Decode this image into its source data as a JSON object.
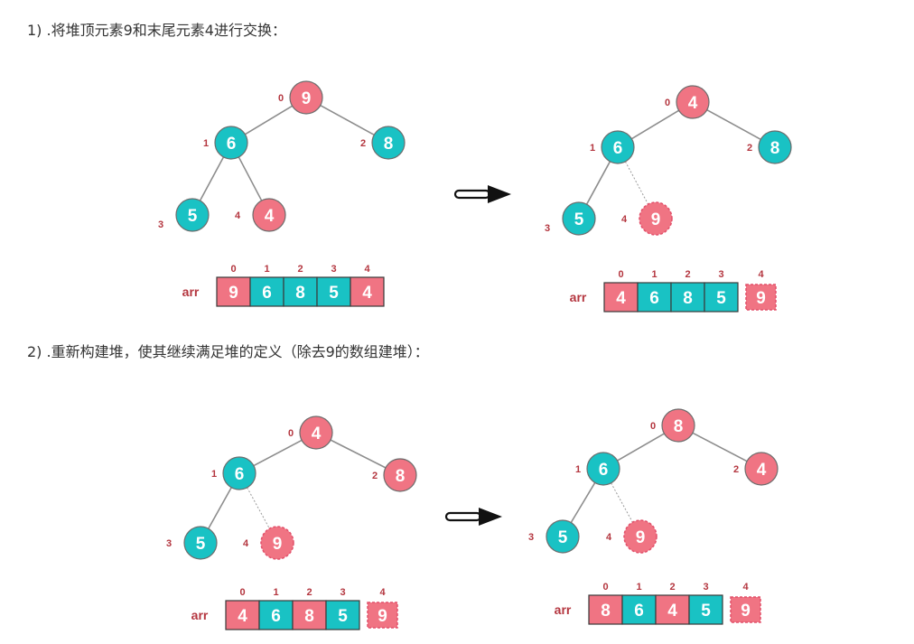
{
  "steps": [
    {
      "title": "1) .将堆顶元素9和末尾元素4进行交换：",
      "panels": [
        {
          "nodes": [
            {
              "index": "0",
              "value": "9",
              "color": "pink",
              "dashed": false
            },
            {
              "index": "1",
              "value": "6",
              "color": "teal",
              "dashed": false
            },
            {
              "index": "2",
              "value": "8",
              "color": "teal",
              "dashed": false
            },
            {
              "index": "3",
              "value": "5",
              "color": "teal",
              "dashed": false
            },
            {
              "index": "4",
              "value": "4",
              "color": "pink",
              "dashed": false
            }
          ],
          "array": {
            "label": "arr",
            "indices": [
              "0",
              "1",
              "2",
              "3",
              "4"
            ],
            "cells": [
              {
                "value": "9",
                "color": "pink",
                "dashed": false
              },
              {
                "value": "6",
                "color": "teal",
                "dashed": false
              },
              {
                "value": "8",
                "color": "teal",
                "dashed": false
              },
              {
                "value": "5",
                "color": "teal",
                "dashed": false
              },
              {
                "value": "4",
                "color": "pink",
                "dashed": false
              }
            ]
          }
        },
        {
          "nodes": [
            {
              "index": "0",
              "value": "4",
              "color": "pink",
              "dashed": false
            },
            {
              "index": "1",
              "value": "6",
              "color": "teal",
              "dashed": false
            },
            {
              "index": "2",
              "value": "8",
              "color": "teal",
              "dashed": false
            },
            {
              "index": "3",
              "value": "5",
              "color": "teal",
              "dashed": false
            },
            {
              "index": "4",
              "value": "9",
              "color": "pink",
              "dashed": true
            }
          ],
          "array": {
            "label": "arr",
            "indices": [
              "0",
              "1",
              "2",
              "3",
              "4"
            ],
            "cells": [
              {
                "value": "4",
                "color": "pink",
                "dashed": false
              },
              {
                "value": "6",
                "color": "teal",
                "dashed": false
              },
              {
                "value": "8",
                "color": "teal",
                "dashed": false
              },
              {
                "value": "5",
                "color": "teal",
                "dashed": false
              },
              {
                "value": "9",
                "color": "pink",
                "dashed": true
              }
            ]
          }
        }
      ]
    },
    {
      "title": "2) .重新构建堆，使其继续满足堆的定义（除去9的数组建堆）：",
      "panels": [
        {
          "nodes": [
            {
              "index": "0",
              "value": "4",
              "color": "pink",
              "dashed": false
            },
            {
              "index": "1",
              "value": "6",
              "color": "teal",
              "dashed": false
            },
            {
              "index": "2",
              "value": "8",
              "color": "pink",
              "dashed": false
            },
            {
              "index": "3",
              "value": "5",
              "color": "teal",
              "dashed": false
            },
            {
              "index": "4",
              "value": "9",
              "color": "pink",
              "dashed": true
            }
          ],
          "array": {
            "label": "arr",
            "indices": [
              "0",
              "1",
              "2",
              "3",
              "4"
            ],
            "cells": [
              {
                "value": "4",
                "color": "pink",
                "dashed": false
              },
              {
                "value": "6",
                "color": "teal",
                "dashed": false
              },
              {
                "value": "8",
                "color": "pink",
                "dashed": false
              },
              {
                "value": "5",
                "color": "teal",
                "dashed": false
              },
              {
                "value": "9",
                "color": "pink",
                "dashed": true
              }
            ]
          }
        },
        {
          "nodes": [
            {
              "index": "0",
              "value": "8",
              "color": "pink",
              "dashed": false
            },
            {
              "index": "1",
              "value": "6",
              "color": "teal",
              "dashed": false
            },
            {
              "index": "2",
              "value": "4",
              "color": "pink",
              "dashed": false
            },
            {
              "index": "3",
              "value": "5",
              "color": "teal",
              "dashed": false
            },
            {
              "index": "4",
              "value": "9",
              "color": "pink",
              "dashed": true
            }
          ],
          "array": {
            "label": "arr",
            "indices": [
              "0",
              "1",
              "2",
              "3",
              "4"
            ],
            "cells": [
              {
                "value": "8",
                "color": "pink",
                "dashed": false
              },
              {
                "value": "6",
                "color": "teal",
                "dashed": false
              },
              {
                "value": "4",
                "color": "pink",
                "dashed": false
              },
              {
                "value": "5",
                "color": "teal",
                "dashed": false
              },
              {
                "value": "9",
                "color": "pink",
                "dashed": true
              }
            ]
          }
        }
      ]
    }
  ],
  "colors": {
    "pink": "#f07483",
    "teal": "#19c2c4",
    "edge": "#8d8d8d",
    "label": "#b4363f",
    "arrow": "#111111",
    "circle_stroke": "#6d6d6d"
  }
}
